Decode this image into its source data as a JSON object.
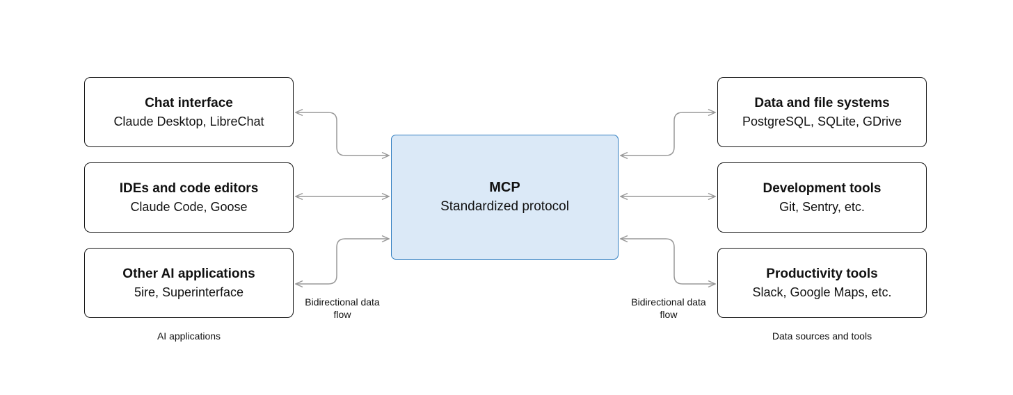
{
  "diagram": {
    "center": {
      "title": "MCP",
      "subtitle": "Standardized protocol"
    },
    "left_group": {
      "caption": "AI applications",
      "flow_label": "Bidirectional data flow",
      "boxes": [
        {
          "title": "Chat interface",
          "subtitle": "Claude Desktop, LibreChat"
        },
        {
          "title": "IDEs and code editors",
          "subtitle": "Claude Code, Goose"
        },
        {
          "title": "Other AI applications",
          "subtitle": "5ire, Superinterface"
        }
      ]
    },
    "right_group": {
      "caption": "Data sources and tools",
      "flow_label": "Bidirectional data flow",
      "boxes": [
        {
          "title": "Data and file systems",
          "subtitle": "PostgreSQL, SQLite, GDrive"
        },
        {
          "title": "Development tools",
          "subtitle": "Git, Sentry, etc."
        },
        {
          "title": "Productivity tools",
          "subtitle": "Slack, Google Maps, etc."
        }
      ]
    },
    "colors": {
      "box_border": "#111111",
      "center_fill": "#dbe9f7",
      "center_border": "#2e7cc0",
      "arrow": "#999999"
    }
  }
}
